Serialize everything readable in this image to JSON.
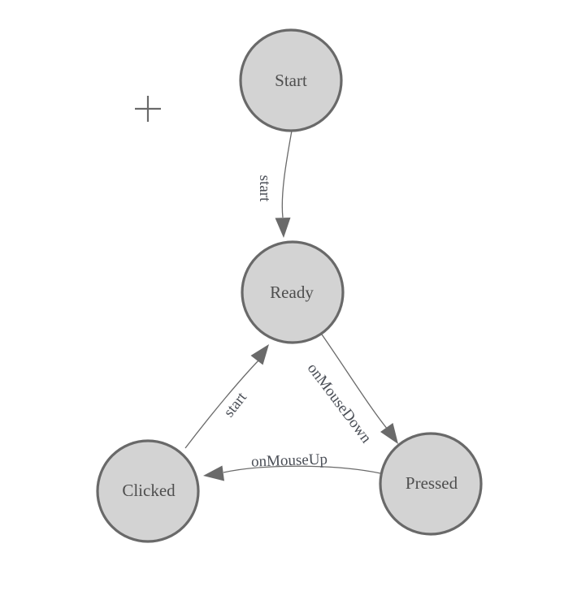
{
  "diagram": {
    "kind": "state-machine",
    "nodes": [
      {
        "id": "start",
        "label": "Start"
      },
      {
        "id": "ready",
        "label": "Ready"
      },
      {
        "id": "clicked",
        "label": "Clicked"
      },
      {
        "id": "pressed",
        "label": "Pressed"
      }
    ],
    "edges": [
      {
        "from": "Start",
        "to": "Ready",
        "label": "start"
      },
      {
        "from": "Ready",
        "to": "Pressed",
        "label": "onMouseDown"
      },
      {
        "from": "Clicked",
        "to": "Ready",
        "label": "start"
      },
      {
        "from": "Pressed",
        "to": "Clicked",
        "label": "onMouseUp"
      }
    ],
    "colors": {
      "node_fill": "#d3d3d3",
      "node_stroke": "#696969",
      "edge_stroke": "#6a6a6a",
      "node_text": "#4e4e4e",
      "label_text": "#4b4f57",
      "background": "#ffffff"
    }
  }
}
